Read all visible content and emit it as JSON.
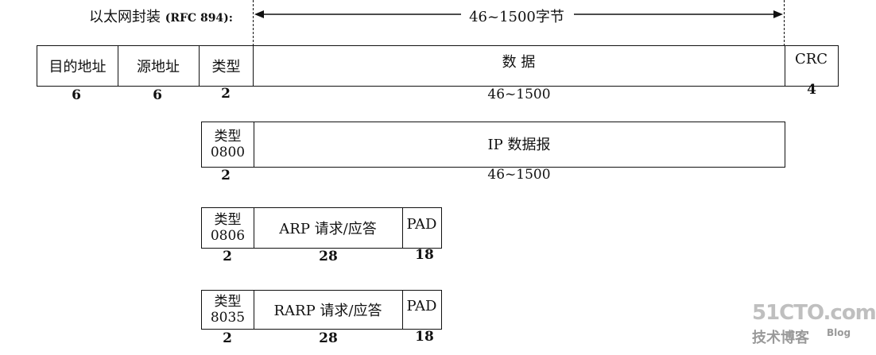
{
  "header": {
    "encap_label": "以太网封装",
    "encap_ref": "(RFC 894):",
    "span_label": "46~1500字节"
  },
  "ethernet_frame": {
    "dest_addr": "目的地址",
    "src_addr": "源地址",
    "type": "类型",
    "data": "数 据",
    "crc": "CRC",
    "sizes": {
      "dest": "6",
      "src": "6",
      "type": "2",
      "data": "46~1500",
      "crc": "4"
    }
  },
  "ip_frame": {
    "type_label": "类型",
    "type_code": "0800",
    "payload": "IP 数据报",
    "sizes": {
      "type": "2",
      "payload": "46~1500"
    }
  },
  "arp_frame": {
    "type_label": "类型",
    "type_code": "0806",
    "payload": "ARP 请求/应答",
    "pad": "PAD",
    "sizes": {
      "type": "2",
      "payload": "28",
      "pad": "18"
    }
  },
  "rarp_frame": {
    "type_label": "类型",
    "type_code": "8035",
    "payload": "RARP 请求/应答",
    "pad": "PAD",
    "sizes": {
      "type": "2",
      "payload": "28",
      "pad": "18"
    }
  },
  "watermark": {
    "site": "51CTO.com",
    "sub": "技术博客",
    "blog": "Blog"
  }
}
